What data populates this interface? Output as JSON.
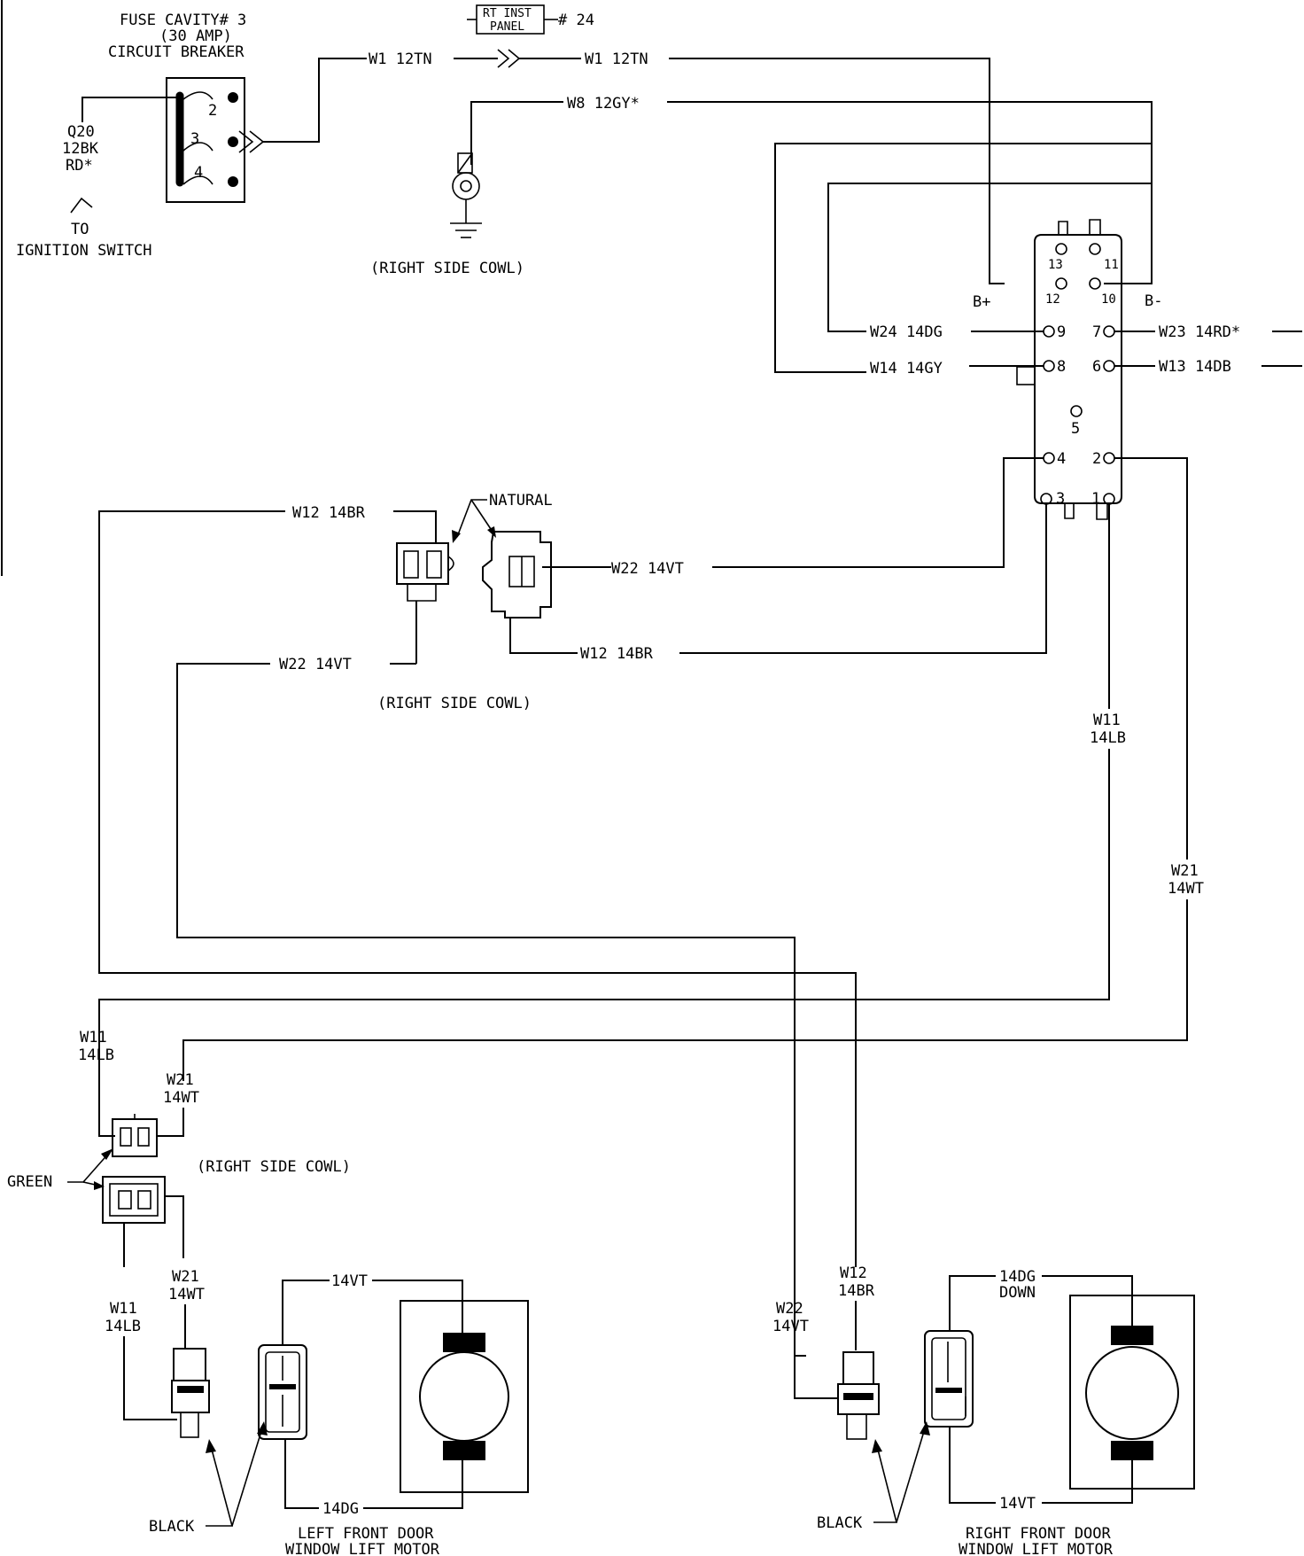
{
  "breaker": {
    "title1": "FUSE CAVITY# 3",
    "title2": "(30 AMP)",
    "title3": "CIRCUIT BREAKER",
    "pin2": "2",
    "pin3": "3",
    "pin4": "4",
    "feed_wire1": "Q20",
    "feed_wire2": "12BK",
    "feed_wire3": "RD*",
    "to1": "TO",
    "to2": "IGNITION SWITCH"
  },
  "top": {
    "w1_left": "W1 12TN",
    "w1_right": "W1 12TN",
    "panel1": "RT INST",
    "panel2": "PANEL",
    "panel_ref": "# 24",
    "w8": "W8 12GY*",
    "ground_loc": "(RIGHT SIDE COWL)"
  },
  "switch": {
    "p13": "13",
    "p11": "11",
    "p12": "12",
    "p10": "10",
    "bplus": "B+",
    "bminus": "B-",
    "p9": "9",
    "p7": "7",
    "p8": "8",
    "p6": "6",
    "p5": "5",
    "p4": "4",
    "p2": "2",
    "p3": "3",
    "p1": "1",
    "w24": "W24 14DG",
    "w14": "W14 14GY",
    "w23": "W23 14RD*",
    "w13": "W13 14DB"
  },
  "mid": {
    "w12_top": "W12 14BR",
    "natural": "NATURAL",
    "w22_right": "W22 14VT",
    "w12_bottom": "W12 14BR",
    "w22_left": "W22 14VT",
    "cowl": "(RIGHT SIDE COWL)",
    "w11a": "W11",
    "w11b": "14LB",
    "w21a": "W21",
    "w21b": "14WT"
  },
  "left": {
    "w11a": "W11",
    "w11b": "14LB",
    "w21a": "W21",
    "w21b": "14WT",
    "cowl": "(RIGHT SIDE COWL)",
    "green": "GREEN",
    "w21c": "W21",
    "w21d": "14WT",
    "w11c": "W11",
    "w11d": "14LB",
    "vt": "14VT",
    "dg": "14DG",
    "black": "BLACK",
    "motor1": "LEFT FRONT DOOR",
    "motor2": "WINDOW LIFT MOTOR"
  },
  "right": {
    "w12a": "W12",
    "w12b": "14BR",
    "w22a": "W22",
    "w22b": "14VT",
    "dg1": "14DG",
    "dg2": "DOWN",
    "vt": "14VT",
    "black": "BLACK",
    "motor1": "RIGHT FRONT DOOR",
    "motor2": "WINDOW LIFT MOTOR"
  }
}
